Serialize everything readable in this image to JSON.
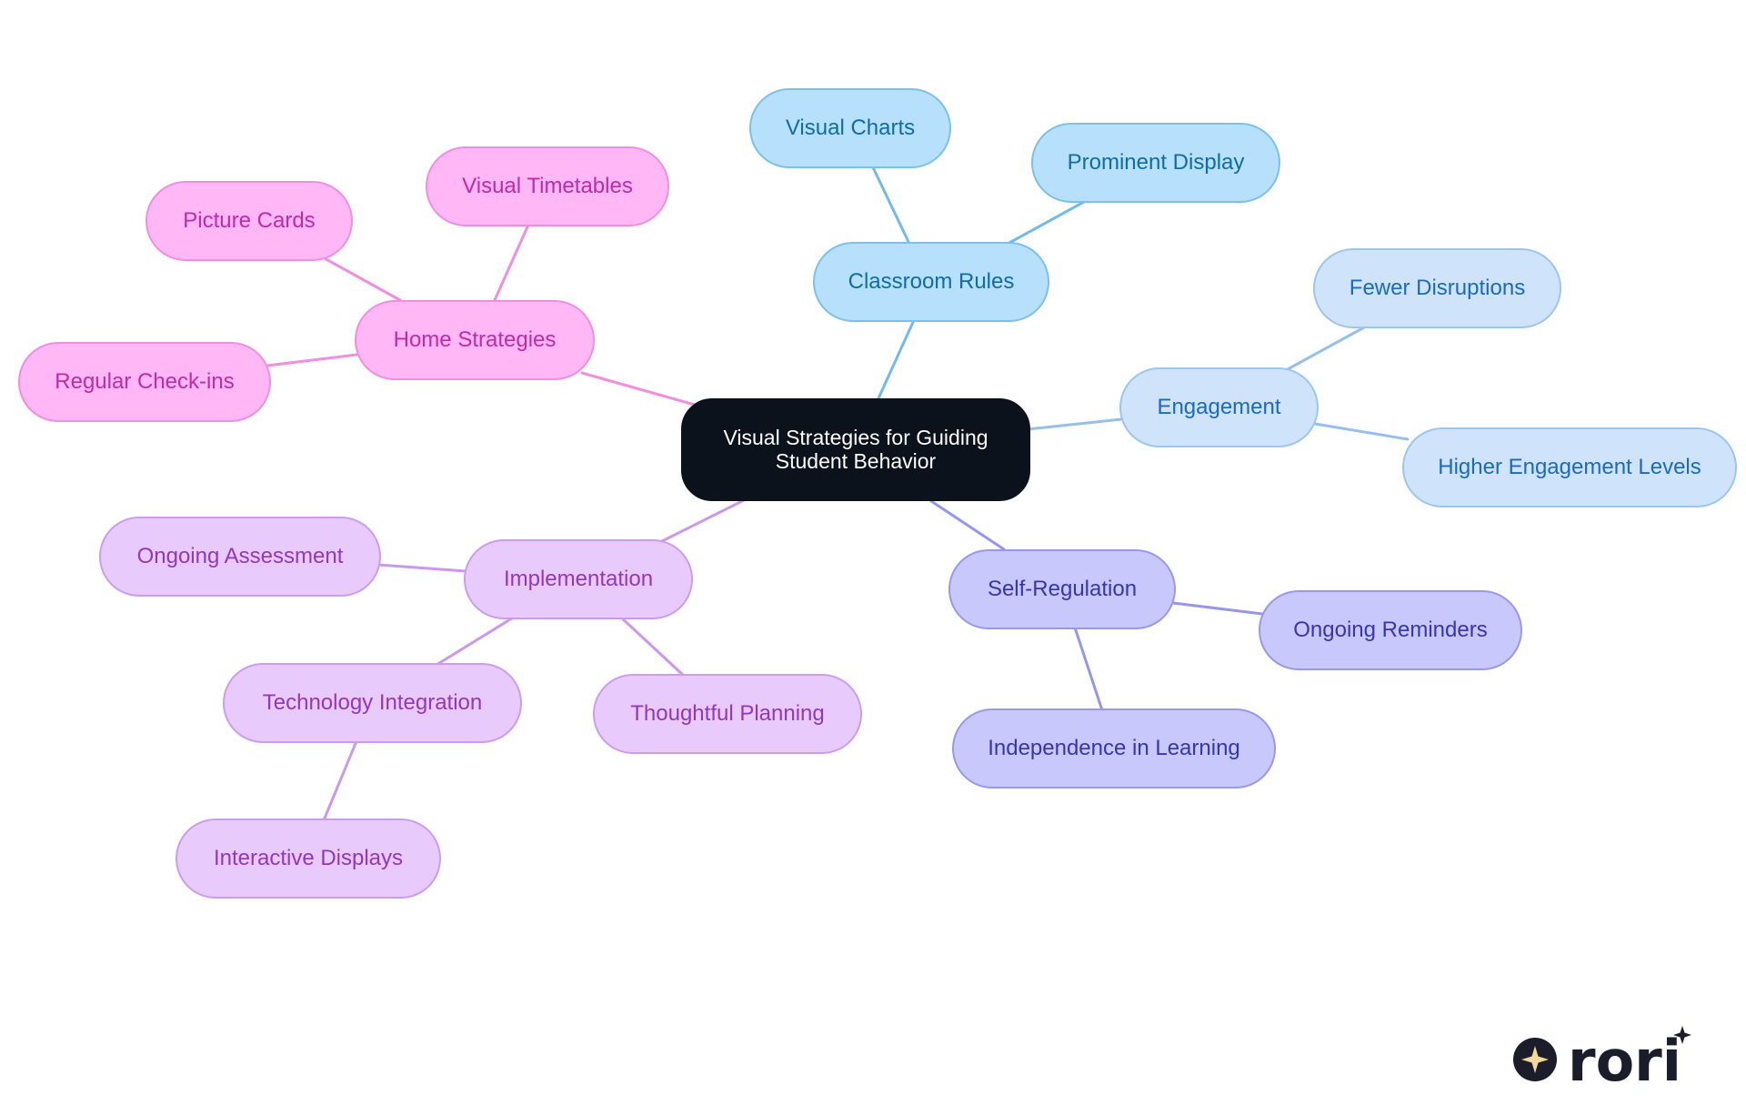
{
  "diagram": {
    "root": {
      "label": "Visual Strategies for Guiding Student Behavior"
    },
    "branches": {
      "home": {
        "label": "Home Strategies",
        "children": [
          "Visual Timetables",
          "Picture Cards",
          "Regular Check-ins"
        ]
      },
      "rules": {
        "label": "Classroom Rules",
        "children": [
          "Visual Charts",
          "Prominent Display"
        ]
      },
      "engagement": {
        "label": "Engagement",
        "children": [
          "Fewer Disruptions",
          "Higher Engagement Levels"
        ]
      },
      "selfreg": {
        "label": "Self-Regulation",
        "children": [
          "Ongoing Reminders",
          "Independence in Learning"
        ]
      },
      "impl": {
        "label": "Implementation",
        "children": [
          "Ongoing Assessment",
          "Technology Integration",
          "Thoughtful Planning"
        ],
        "grandchildren": [
          "Interactive Displays"
        ]
      }
    }
  },
  "colors": {
    "pink_edge": "#f08ee0",
    "sky_edge": "#72bbe9",
    "ice_edge": "#96c0ec",
    "periw_edge": "#9696ea",
    "lav_edge": "#cb98ee"
  },
  "logo": {
    "icon": "sparkle-icon",
    "wordmark": "rori"
  }
}
